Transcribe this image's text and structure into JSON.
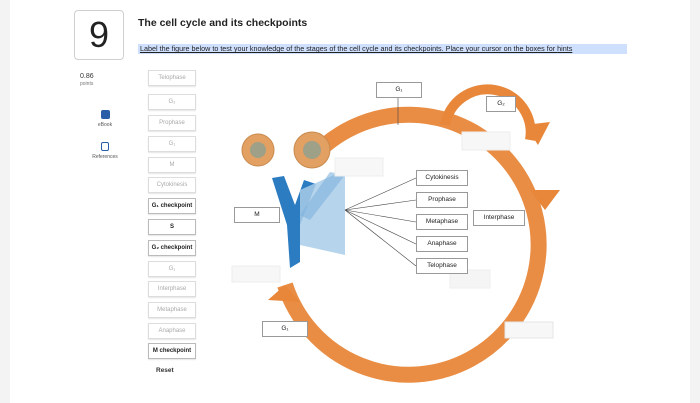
{
  "question": {
    "number": "9",
    "title": "The cell cycle and its checkpoints"
  },
  "instructions": {
    "text_start": "Label the figure below to test your knowledge of the stages of the cell cycle and its checkpoints. Place your cursor on the boxes for ",
    "link": "hints"
  },
  "score": {
    "value": "0.86",
    "label": "points"
  },
  "sidebar": {
    "items": [
      {
        "label": "eBook",
        "icon": "book-icon"
      },
      {
        "label": "References",
        "icon": "references-icon"
      }
    ]
  },
  "label_bank": [
    {
      "text": "Telophase",
      "state": "faded"
    },
    {
      "text": "G₂",
      "state": "faded"
    },
    {
      "text": "Prophase",
      "state": "faded"
    },
    {
      "text": "G₁",
      "state": "faded"
    },
    {
      "text": "M",
      "state": "faded"
    },
    {
      "text": "Cytokinesis",
      "state": "faded"
    },
    {
      "text": "G₁ checkpoint",
      "state": "normal"
    },
    {
      "text": "S",
      "state": "normal"
    },
    {
      "text": "G₂ checkpoint",
      "state": "normal"
    },
    {
      "text": "G₁",
      "state": "faded"
    },
    {
      "text": "Interphase",
      "state": "faded"
    },
    {
      "text": "Metaphase",
      "state": "faded"
    },
    {
      "text": "Anaphase",
      "state": "faded"
    },
    {
      "text": "M checkpoint",
      "state": "normal"
    }
  ],
  "reset_label": "Reset",
  "diagram": {
    "placed": {
      "g1_top": "G₁",
      "g2_right": "G₂",
      "m_left": "M",
      "g1_bottom": "G₁",
      "interphase": "Interphase",
      "cytokinesis": "Cytokinesis",
      "prophase": "Prophase",
      "metaphase": "Metaphase",
      "anaphase": "Anaphase",
      "telophase": "Telophase"
    },
    "colors": {
      "cycle_orange": "#e8873a",
      "mitosis_blue": "#2c7cc2",
      "fan_blue": "#a9cde8",
      "cell_orange": "#e3a063"
    }
  }
}
